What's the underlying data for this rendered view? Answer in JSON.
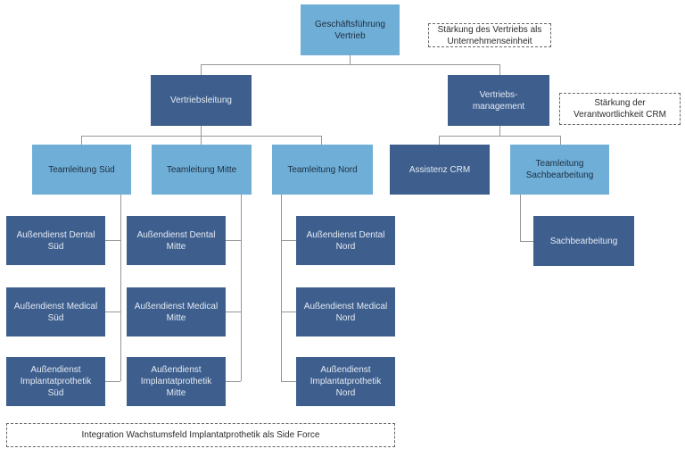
{
  "diagram": {
    "type": "org-chart",
    "language": "de",
    "palette": {
      "light_blue": "#6FAED6",
      "dark_blue": "#3E5F8E",
      "connector_gray": "#969696",
      "note_border": "#666666",
      "background": "#FFFFFF"
    },
    "nodes": {
      "geschaeftsfuehrung_vertrieb": {
        "label": "Geschäftsführung\nVertrieb"
      },
      "vertriebsleitung": {
        "label": "Vertriebsleitung"
      },
      "vertriebsmanagement": {
        "label": "Vertriebs-\nmanagement"
      },
      "teamleitung_sued": {
        "label": "Teamleitung Süd"
      },
      "teamleitung_mitte": {
        "label": "Teamleitung Mitte"
      },
      "teamleitung_nord": {
        "label": "Teamleitung Nord"
      },
      "assistenz_crm": {
        "label": "Assistenz CRM"
      },
      "teamleitung_sachbearbeitung": {
        "label": "Teamleitung\nSachbearbeitung"
      },
      "aussendienst_dental_sued": {
        "label": "Außendienst Dental\nSüd"
      },
      "aussendienst_dental_mitte": {
        "label": "Außendienst Dental\nMitte"
      },
      "aussendienst_dental_nord": {
        "label": "Außendienst Dental\nNord"
      },
      "aussendienst_medical_sued": {
        "label": "Außendienst Medical\nSüd"
      },
      "aussendienst_medical_mitte": {
        "label": "Außendienst Medical\nMitte"
      },
      "aussendienst_medical_nord": {
        "label": "Außendienst Medical\nNord"
      },
      "aussendienst_implantatprothetik_sued": {
        "label": "Außendienst\nImplantatprothetik\nSüd"
      },
      "aussendienst_implantatprothetik_mitte": {
        "label": "Außendienst\nImplantatprothetik\nMitte"
      },
      "aussendienst_implantatprothetik_nord": {
        "label": "Außendienst\nImplantatprothetik\nNord"
      },
      "sachbearbeitung": {
        "label": "Sachbearbeitung"
      }
    },
    "notes": {
      "staerkung_vertrieb": {
        "label": "Stärkung des Vertriebs als\nUnternehmenseinheit"
      },
      "staerkung_crm": {
        "label": "Stärkung der\nVerantwortlichkeit CRM"
      },
      "integration_side_force": {
        "label": "Integration Wachstumsfeld Implantatprothetik als Side Force"
      }
    },
    "edges": [
      [
        "geschaeftsfuehrung_vertrieb",
        "vertriebsleitung"
      ],
      [
        "geschaeftsfuehrung_vertrieb",
        "vertriebsmanagement"
      ],
      [
        "vertriebsleitung",
        "teamleitung_sued"
      ],
      [
        "vertriebsleitung",
        "teamleitung_mitte"
      ],
      [
        "vertriebsleitung",
        "teamleitung_nord"
      ],
      [
        "vertriebsmanagement",
        "assistenz_crm"
      ],
      [
        "vertriebsmanagement",
        "teamleitung_sachbearbeitung"
      ],
      [
        "teamleitung_sued",
        "aussendienst_dental_sued"
      ],
      [
        "teamleitung_sued",
        "aussendienst_medical_sued"
      ],
      [
        "teamleitung_sued",
        "aussendienst_implantatprothetik_sued"
      ],
      [
        "teamleitung_mitte",
        "aussendienst_dental_mitte"
      ],
      [
        "teamleitung_mitte",
        "aussendienst_medical_mitte"
      ],
      [
        "teamleitung_mitte",
        "aussendienst_implantatprothetik_mitte"
      ],
      [
        "teamleitung_nord",
        "aussendienst_dental_nord"
      ],
      [
        "teamleitung_nord",
        "aussendienst_medical_nord"
      ],
      [
        "teamleitung_nord",
        "aussendienst_implantatprothetik_nord"
      ],
      [
        "teamleitung_sachbearbeitung",
        "sachbearbeitung"
      ]
    ]
  }
}
